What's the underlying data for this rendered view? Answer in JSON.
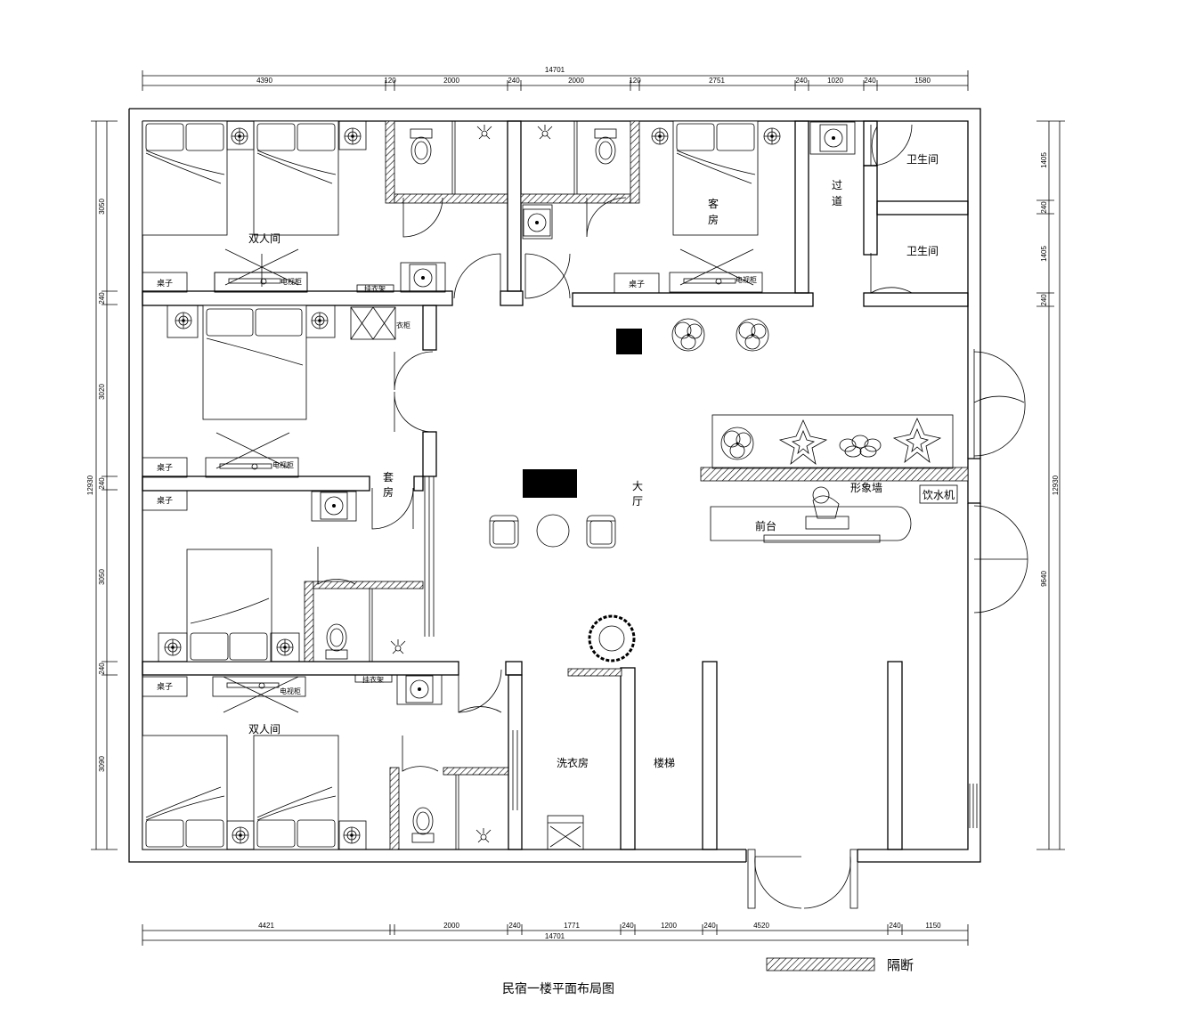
{
  "title": "民宿一楼平面布局图",
  "legend": {
    "label": "隔断"
  },
  "dimensions": {
    "top": {
      "total": "14701",
      "segments": [
        "4390",
        "120",
        "2000",
        "240",
        "2000",
        "120",
        "2751",
        "240",
        "1020",
        "240",
        "1580"
      ]
    },
    "bottom": {
      "total": "14701",
      "segments": [
        "4421",
        "2000",
        "240",
        "1771",
        "240",
        "1200",
        "240",
        "4520",
        "240",
        "1150"
      ]
    },
    "left": {
      "total": "12930",
      "segments": [
        "3050",
        "240",
        "3020",
        "240",
        "3050",
        "240",
        "3090"
      ]
    },
    "right": {
      "total": "12930",
      "segments": [
        "1405",
        "240",
        "1405",
        "240",
        "9640"
      ]
    }
  },
  "rooms": {
    "double_top": "双人间",
    "double_bottom": "双人间",
    "guest_room_1": "客",
    "guest_room_2": "房",
    "corridor_1": "过",
    "corridor_2": "道",
    "toilet_1": "卫生间",
    "toilet_2": "卫生间",
    "suite_1": "套",
    "suite_2": "房",
    "hall_1": "大",
    "hall_2": "厅",
    "feature_wall": "形象墙",
    "water_dispenser": "饮水机",
    "reception": "前台",
    "laundry": "洗衣房",
    "stairs": "楼梯"
  },
  "furniture": {
    "desk": "桌子",
    "tv_cabinet": "电视柜",
    "coat_rack": "挂衣架",
    "wardrobe": "衣柜"
  }
}
